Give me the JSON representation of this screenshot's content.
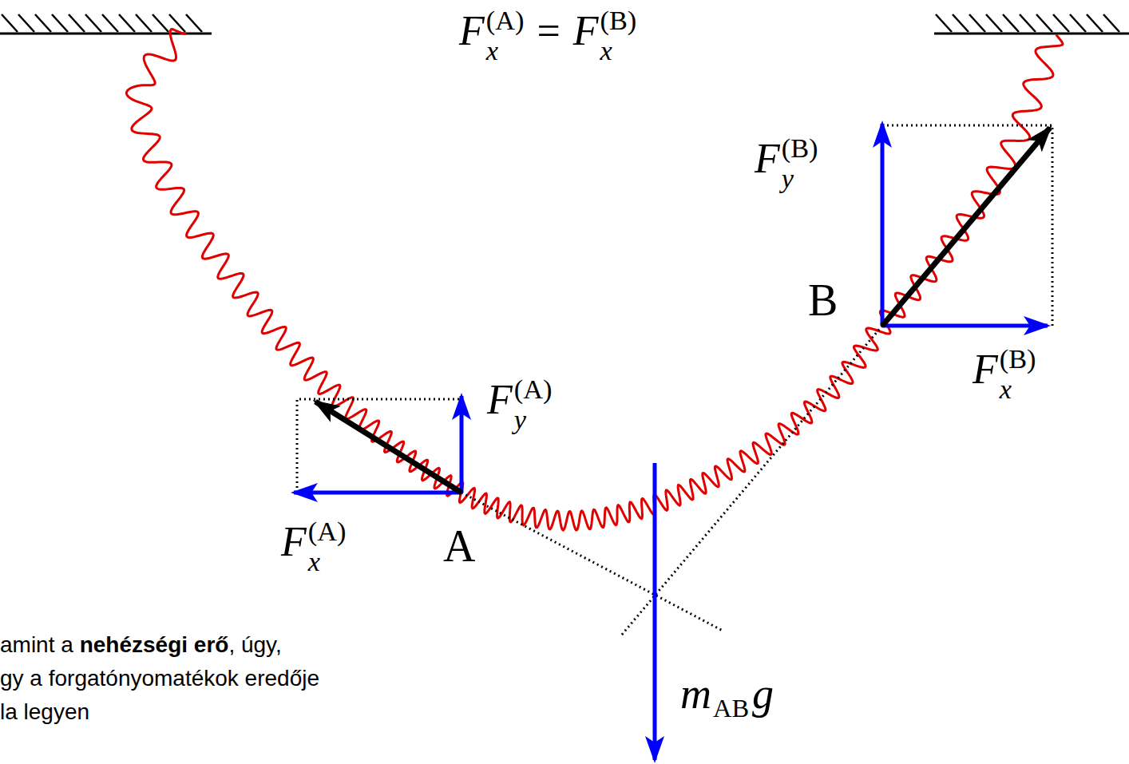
{
  "diagram": {
    "labels": [
      "F",
      "x",
      "(A)",
      "=",
      "F",
      "x",
      "(B)",
      "F",
      "y",
      "(B)",
      "B",
      "F",
      "x",
      "(B)",
      "F",
      "y",
      "(A)",
      "F",
      "x",
      "(A)",
      "A",
      "m",
      "AB",
      "g",
      "amint a",
      "nehézségi erő",
      ", úgy,",
      "gy a forgatónyomatékok eredője",
      "la legyen"
    ]
  }
}
